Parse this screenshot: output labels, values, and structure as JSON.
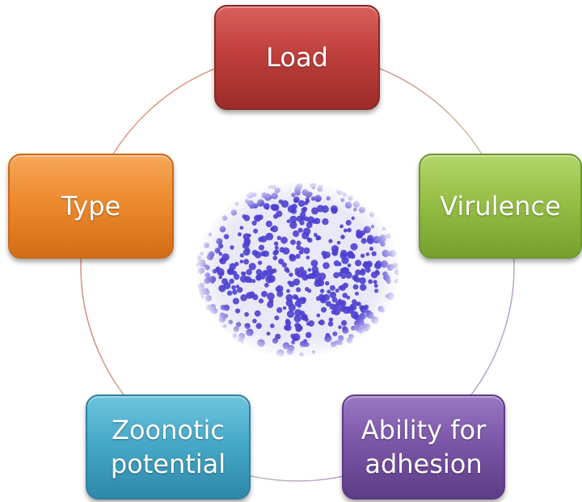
{
  "diagram": {
    "nodes": [
      {
        "id": "load",
        "label": "Load",
        "color": "#c0403c"
      },
      {
        "id": "virulence",
        "label": "Virulence",
        "color": "#96bf46"
      },
      {
        "id": "adhesion",
        "label": "Ability for\nadhesion",
        "color": "#7c56a8"
      },
      {
        "id": "zoonotic",
        "label": "Zoonotic\npotential",
        "color": "#47a9c8"
      },
      {
        "id": "type",
        "label": "Type",
        "color": "#ee8a2e"
      }
    ],
    "center_image": "bacteria-micrograph",
    "ring": "connecting-circle"
  }
}
